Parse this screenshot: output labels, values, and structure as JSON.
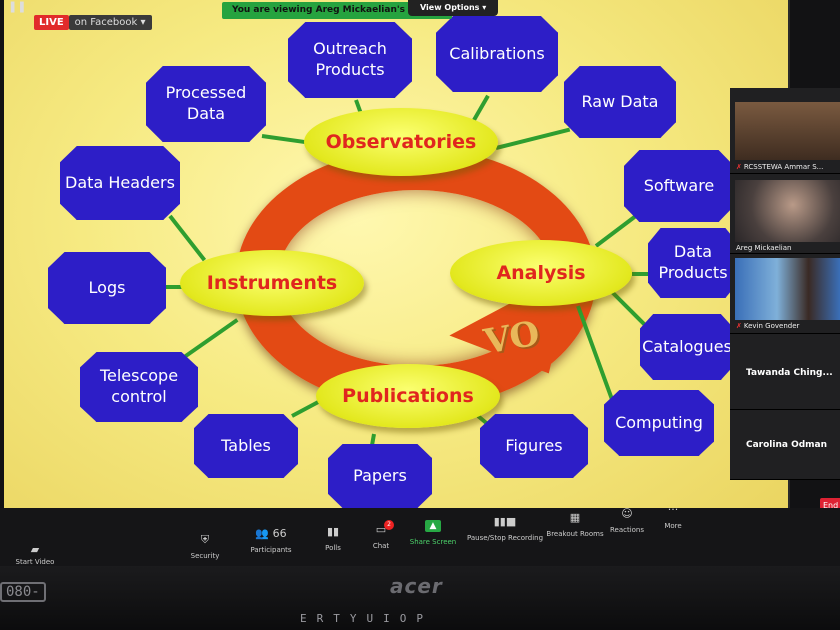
{
  "meeting": {
    "live_label": "LIVE",
    "live_platform": "on Facebook ▾",
    "share_banner": "You are viewing Areg Mickaelian's screen",
    "view_options": "View Options ▾",
    "end_label": "End"
  },
  "slide": {
    "vo_label": "VO",
    "hubs": {
      "observatories": "Observatories",
      "instruments": "Instruments",
      "analysis": "Analysis",
      "publications": "Publications"
    },
    "boxes": {
      "outreach": "Outreach Products",
      "calibrations": "Calibrations",
      "raw_data": "Raw Data",
      "processed": "Processed Data",
      "data_headers": "Data Headers",
      "logs": "Logs",
      "telescope": "Telescope control",
      "tables": "Tables",
      "papers": "Papers",
      "figures": "Figures",
      "software": "Software",
      "data_products": "Data Products",
      "catalogues": "Catalogues",
      "computing": "Computing"
    },
    "colors": {
      "box": "#2d1ec7",
      "hub": "#e3e81e",
      "hub_text": "#e0261e",
      "ring": "#e34a14",
      "connector": "#2f9e2f"
    }
  },
  "participants": {
    "tiles": [
      {
        "name": "RCSSTEWA Ammar S..."
      },
      {
        "name": "Areg Mickaelian"
      },
      {
        "name": "Kevin Govender"
      },
      {
        "name": "Tawanda Ching..."
      },
      {
        "name": "Carolina Odman"
      }
    ]
  },
  "toolbar": {
    "start_video": "Start Video",
    "security": "Security",
    "participants_label": "Participants",
    "participants_count": "66",
    "polls": "Polls",
    "chat": "Chat",
    "chat_badge": "2",
    "share_screen": "Share Screen",
    "record": "Pause/Stop Recording",
    "breakout": "Breakout Rooms",
    "reactions": "Reactions",
    "more": "More"
  },
  "laptop": {
    "brand": "acer",
    "model": "080-",
    "keys": "ERTYUIOP"
  }
}
